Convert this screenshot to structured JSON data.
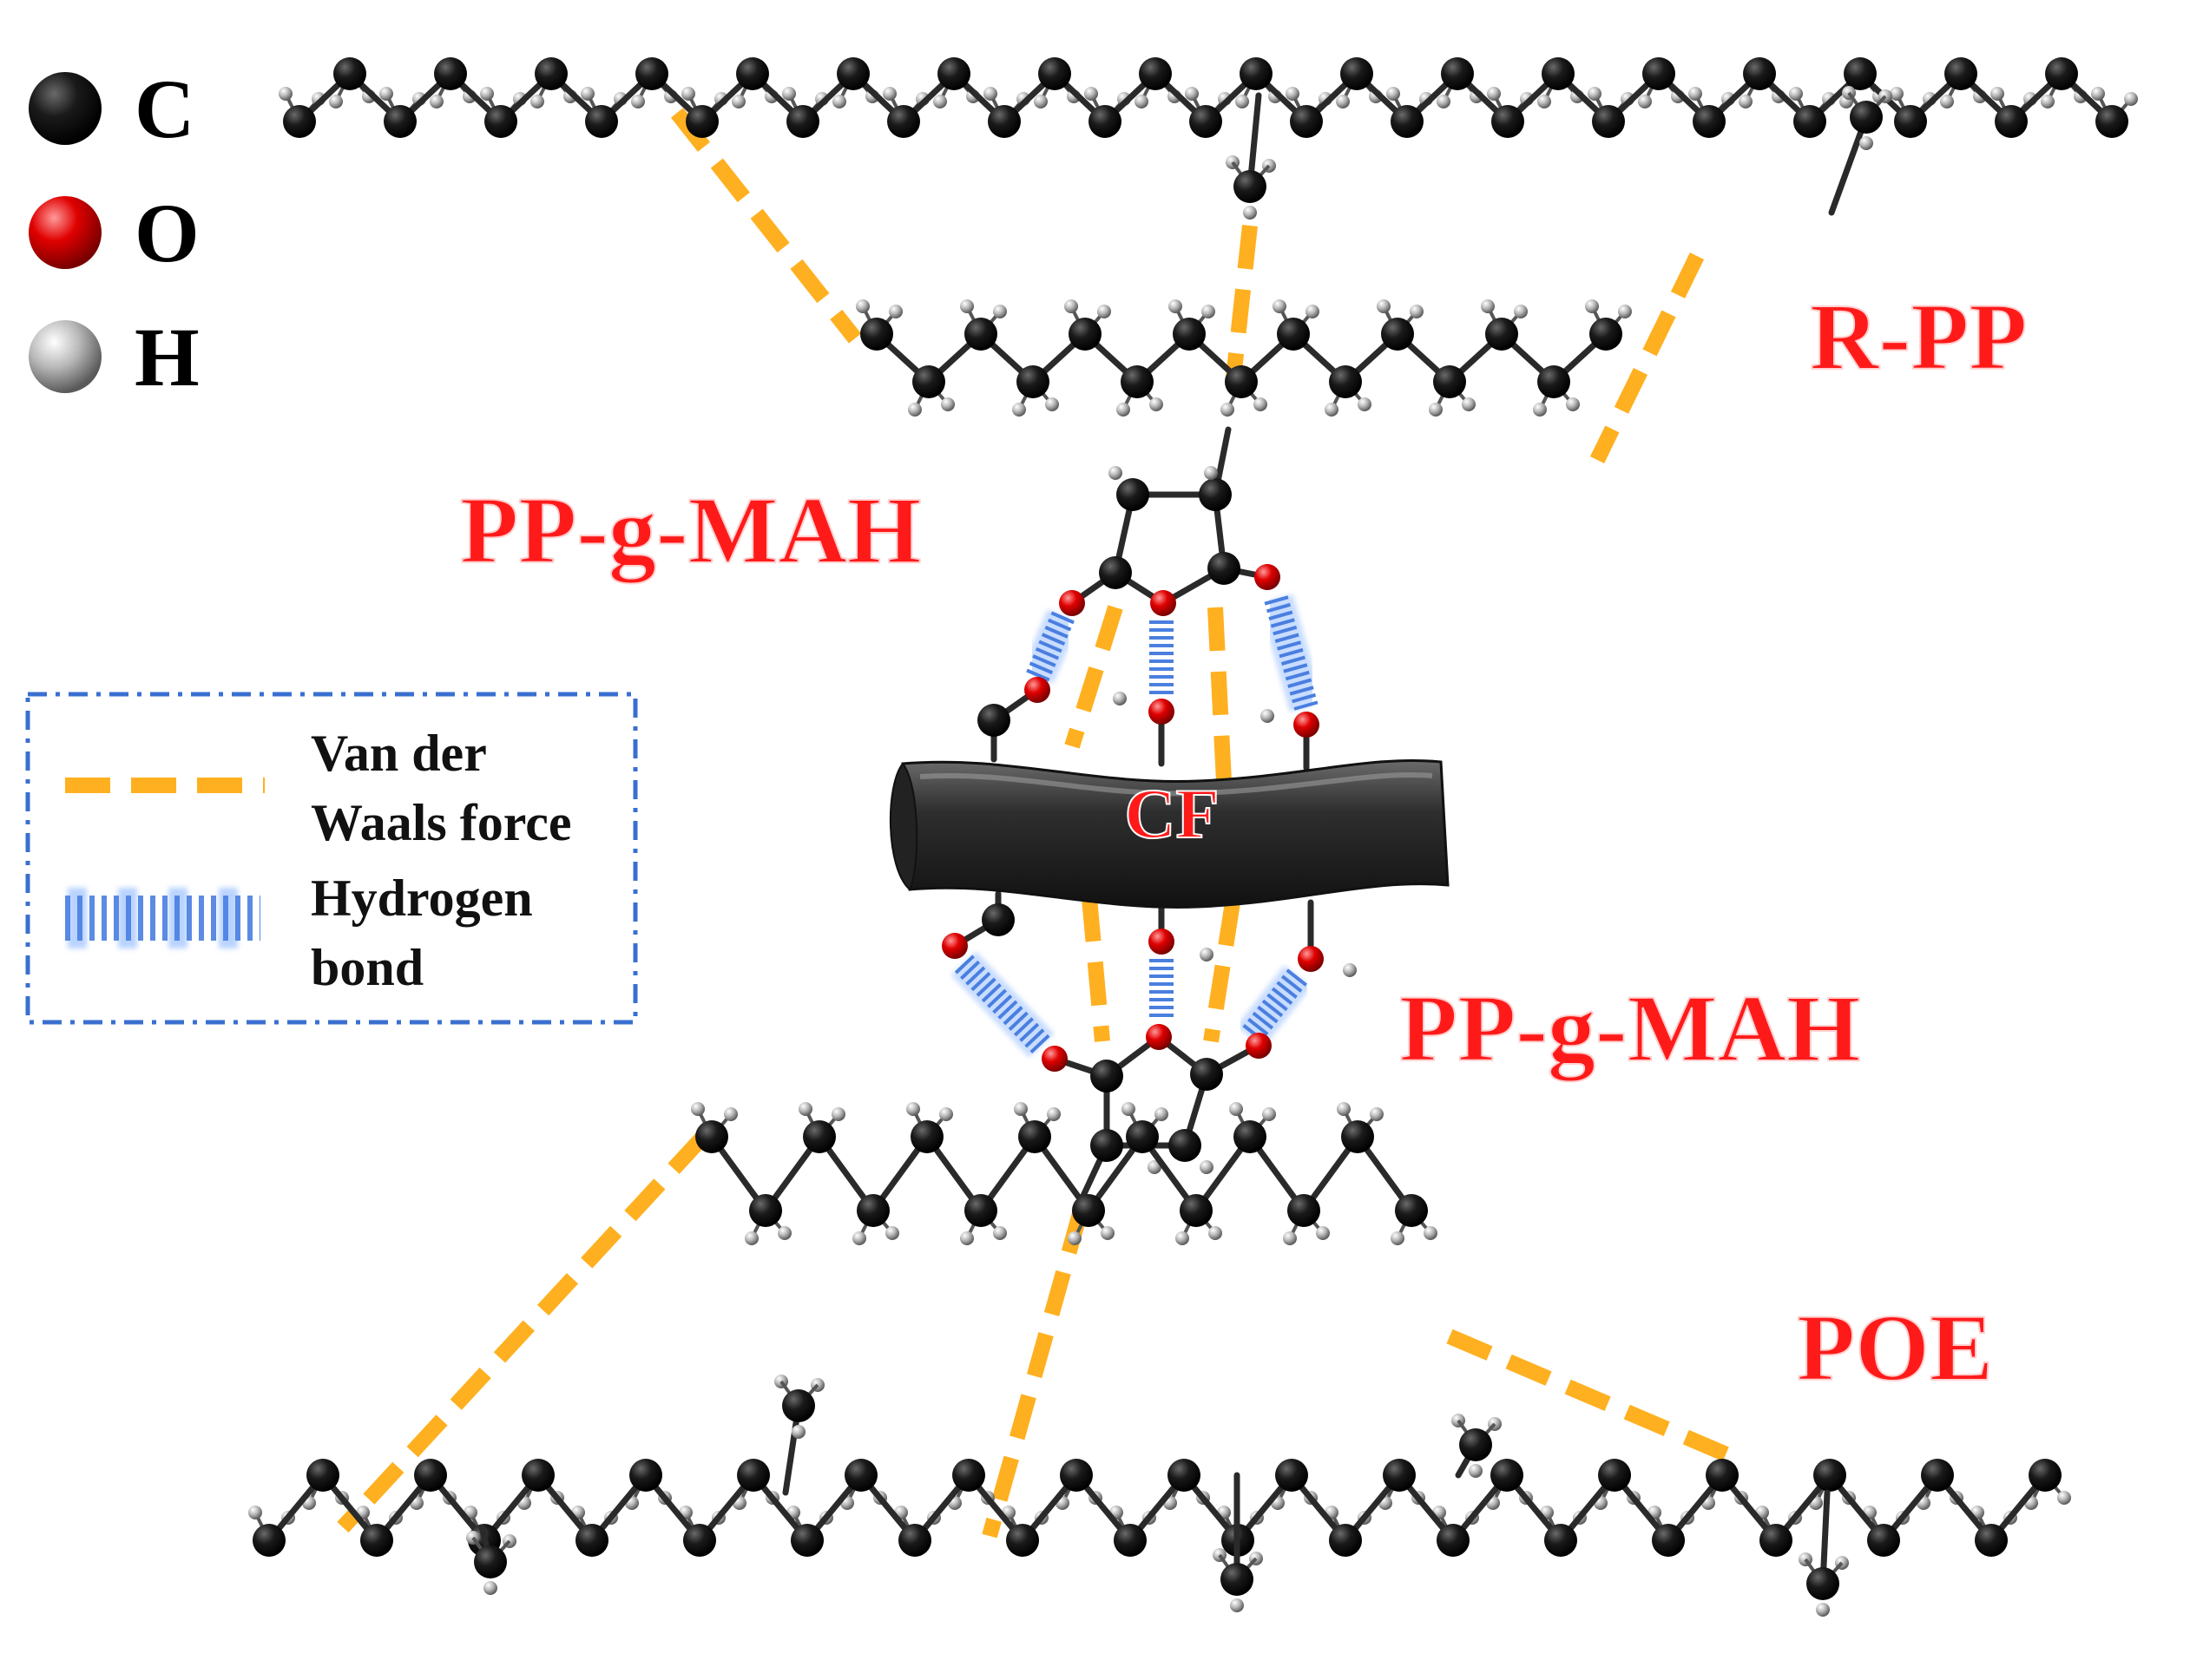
{
  "element_legend": {
    "items": [
      {
        "symbol": "C",
        "color": "#111111"
      },
      {
        "symbol": "O",
        "color": "#e00000"
      },
      {
        "symbol": "H",
        "color": "#b5b5b5"
      }
    ]
  },
  "labels": {
    "rpp": "R-PP",
    "ppgmah_top": "PP-g-MAH",
    "ppgmah_bottom": "PP-g-MAH",
    "poe": "POE",
    "cf": "CF"
  },
  "interaction_legend": {
    "vdw": {
      "line1": "Van der",
      "line2": "Waals force"
    },
    "hbond": {
      "line1": "Hydrogen",
      "line2": "bond"
    }
  },
  "colors": {
    "label_red": "#ff1a1a",
    "vdw": "#ffb020",
    "hbond": "#5a8fe6",
    "legend_border": "#3a6fd0",
    "carbon": "#111111",
    "oxygen": "#e00000",
    "hydrogen": "#b5b5b5",
    "fiber": "#3a3a3a"
  }
}
